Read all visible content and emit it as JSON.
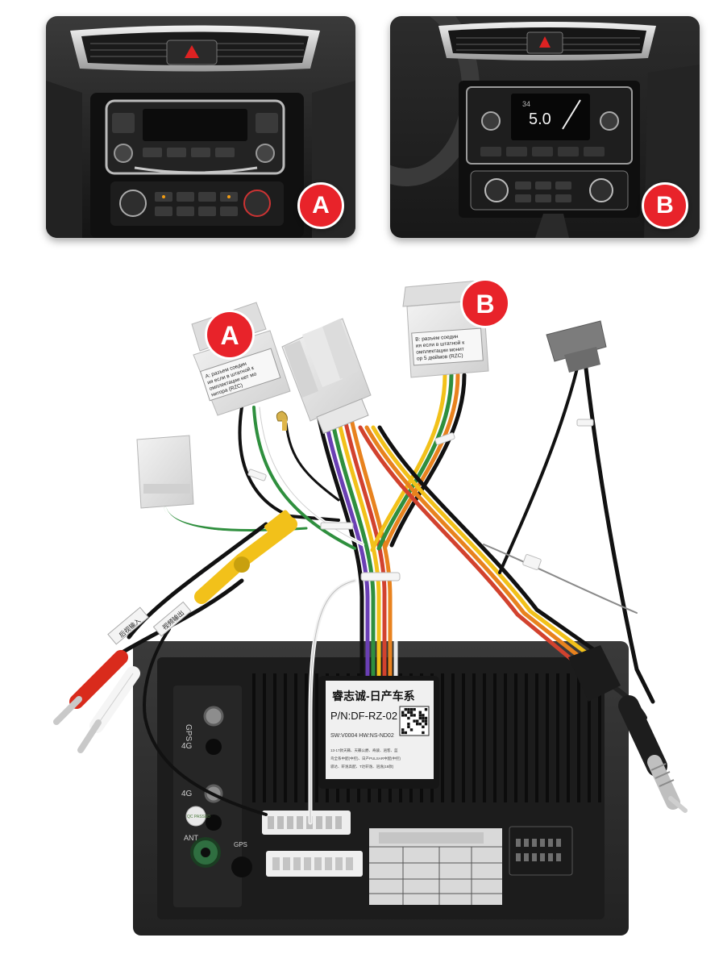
{
  "photos": {
    "left_badge": "A",
    "right_badge": "B",
    "right_display": "5.0",
    "right_display_prefix": "34"
  },
  "harness": {
    "badge_a": "A",
    "badge_b": "B",
    "connector_a_label_1": "A: разъем соедин",
    "connector_a_label_2": "ия если в штатной к",
    "connector_a_label_3": "омплектации нет мо",
    "connector_a_label_4": "нитора (RZC)",
    "connector_b_label_1": "B: разъем соедин",
    "connector_b_label_2": "ия если в штатной к",
    "connector_b_label_3": "омплектации монит",
    "connector_b_label_4": "ор 5 дюймов (RZC)"
  },
  "decoder": {
    "title": "睿志诚-日产车系",
    "part_number": "P/N:DF-RZ-02",
    "sw_hw": "SW:V0004  HW:NS-ND02",
    "line1": "13-17款天籁、天籁公爵、奇骏、逍客、蓝",
    "line2": "鸟全系中配(中控)、日产PULSAR中配(中控)",
    "line3": "骐达、轩逸高配、T达轩逸、逍逸(18款)"
  },
  "head_unit": {
    "gps_label": "GPS",
    "label_4g": "4G",
    "label_4g_flipped": "4G",
    "ant_label": "ANT",
    "gps_label_small": "GPS",
    "passed_sticker": "QC PASSED",
    "rca_tag_1": "后视输入",
    "rca_tag_2": "视频输出"
  },
  "colors": {
    "accent_red": "#e8232a",
    "unit_body": "#2b2b2b",
    "connector_grey": "#e2e2e2",
    "wire_yellow": "#f2c11a"
  }
}
